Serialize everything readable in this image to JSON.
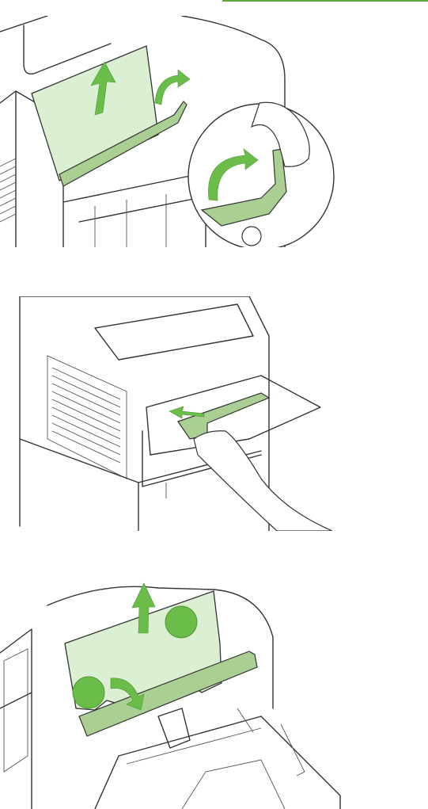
{
  "colors": {
    "accent": "#6bbd4a",
    "paper": "#dbefd3",
    "guide": "#a9cf92",
    "rule": "#5ea73a"
  },
  "figures": [
    {
      "name": "remove-jammed-paper-from-fuser",
      "step_callouts": []
    },
    {
      "name": "remove-fuser-guide-from-front",
      "step_callouts": []
    },
    {
      "name": "lift-paper-and-lower-guide",
      "step_callouts": [
        "",
        ""
      ]
    }
  ]
}
